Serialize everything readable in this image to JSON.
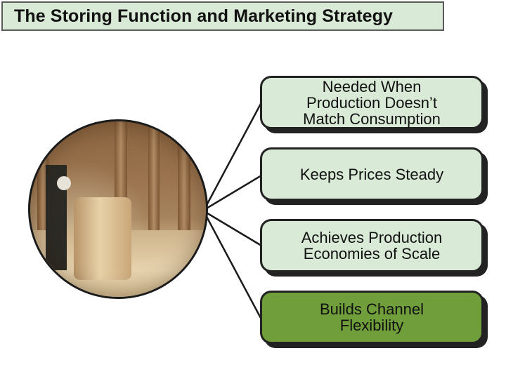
{
  "title": "The Storing Function and Marketing Strategy",
  "photo": {
    "description_icon": "forklift-warehouse-icon"
  },
  "items": [
    {
      "lines": [
        "Needed When",
        "Production Doesn’t",
        "Match Consumption"
      ],
      "style": "light"
    },
    {
      "lines": [
        "Keeps Prices Steady"
      ],
      "style": "light"
    },
    {
      "lines": [
        "Achieves Production",
        "Economies of Scale"
      ],
      "style": "light"
    },
    {
      "lines": [
        "Builds Channel",
        "Flexibility"
      ],
      "style": "dark"
    }
  ],
  "colors": {
    "light_fill": "#d9ead7",
    "dark_fill": "#6f9e3a",
    "border": "#222222"
  }
}
